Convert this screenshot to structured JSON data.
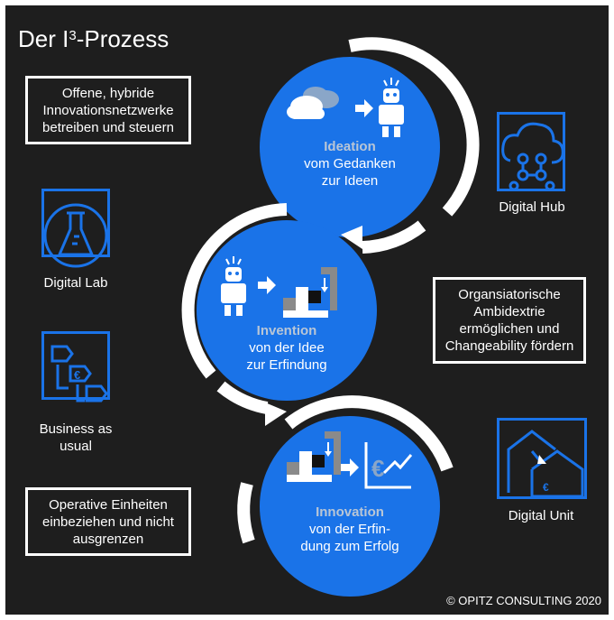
{
  "title_main": "Der I",
  "title_sup": "3",
  "title_rest": "-Prozess",
  "left_boxes": {
    "top": "Offene, hybride Innovationsnetzwerke betreiben und steuern",
    "bottom": "Operative Einheiten einbeziehen und nicht ausgrenzen"
  },
  "right_box": "Organsiatorische Ambidextrie ermöglichen und Changeability fördern",
  "icons": {
    "digital_lab": "Digital Lab",
    "business_as_usual": "Business as usual",
    "digital_hub": "Digital Hub",
    "digital_unit": "Digital Unit"
  },
  "stages": {
    "ideation": {
      "title": "Ideation",
      "line1": "vom Gedanken",
      "line2": "zur Ideen"
    },
    "invention": {
      "title": "Invention",
      "line1": "von der Idee",
      "line2": "zur Erfindung"
    },
    "innovation": {
      "title": "Innovation",
      "line1": "von der Erfin-",
      "line2": "dung zum Erfolg"
    }
  },
  "copyright": "© OPITZ CONSULTING 2020",
  "colors": {
    "accent": "#1a73e8",
    "background": "#1e1e1e",
    "text": "#ffffff"
  }
}
